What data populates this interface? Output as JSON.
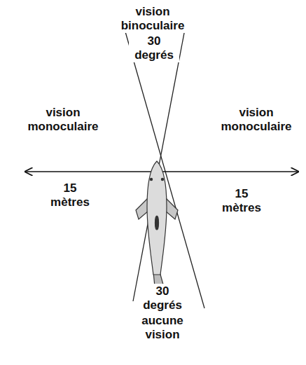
{
  "diagram": {
    "labels": [
      "vision binoculaire",
      "30 degrés",
      "vision monoculaire",
      "vision monoculaire",
      "15 mètres",
      "15 mètres",
      "30 degrés",
      "aucune vision"
    ]
  }
}
